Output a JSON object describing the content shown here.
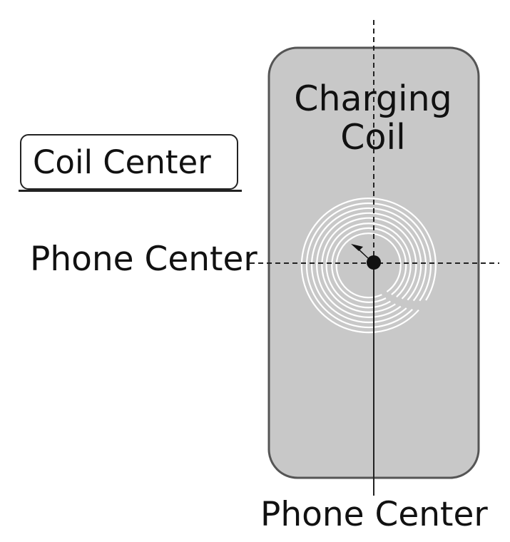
{
  "labels": {
    "coil_center": "Coil Center",
    "charging_coil_line1": "Charging",
    "charging_coil_line2": "Coil",
    "phone_center_side": "Phone Center",
    "phone_center_bottom": "Phone Center"
  },
  "colors": {
    "phone_body": "#c8c8c8",
    "phone_outline": "#555555",
    "coil_winding": "#ffffff",
    "guide_line": "#222222",
    "text": "#111111"
  }
}
